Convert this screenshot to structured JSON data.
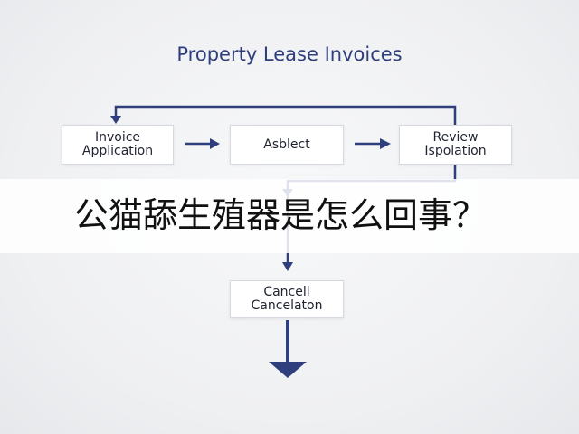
{
  "title": "Property Lease Invoices",
  "nodes": [
    {
      "lines": [
        "Invoice",
        "Application"
      ]
    },
    {
      "lines": [
        "Asblect"
      ]
    },
    {
      "lines": [
        "Review",
        "Ispolation"
      ]
    },
    {
      "lines": [
        "Cancell",
        "Cancelaton"
      ]
    }
  ],
  "edges": [
    {
      "from": 0,
      "to": 1
    },
    {
      "from": 1,
      "to": 2
    },
    {
      "from": 2,
      "to": 0
    },
    {
      "from": 2,
      "to": 3
    }
  ],
  "banner": {
    "text": "公猫舔生殖器是怎么回事？"
  },
  "colors": {
    "accent": "#2f3e7c",
    "node_fill": "#ffffff",
    "node_text": "#1f2330",
    "banner_text": "#111111"
  }
}
